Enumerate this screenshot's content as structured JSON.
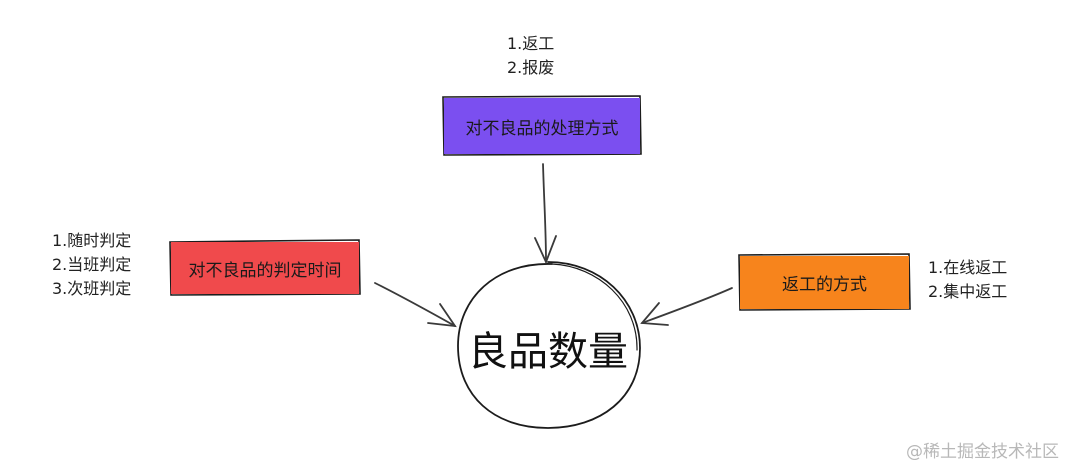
{
  "center": {
    "label": "良品数量"
  },
  "top_box": {
    "label": "对不良品的处理方式",
    "color": "#7b4ff0",
    "notes": [
      "1.返工",
      "2.报废"
    ]
  },
  "left_box": {
    "label": "对不良品的判定时间",
    "color": "#f04a4c",
    "notes": [
      "1.随时判定",
      "2.当班判定",
      "3.次班判定"
    ]
  },
  "right_box": {
    "label": "返工的方式",
    "color": "#f7841c",
    "notes": [
      "1.在线返工",
      "2.集中返工"
    ]
  },
  "watermark": "@稀土掘金技术社区"
}
